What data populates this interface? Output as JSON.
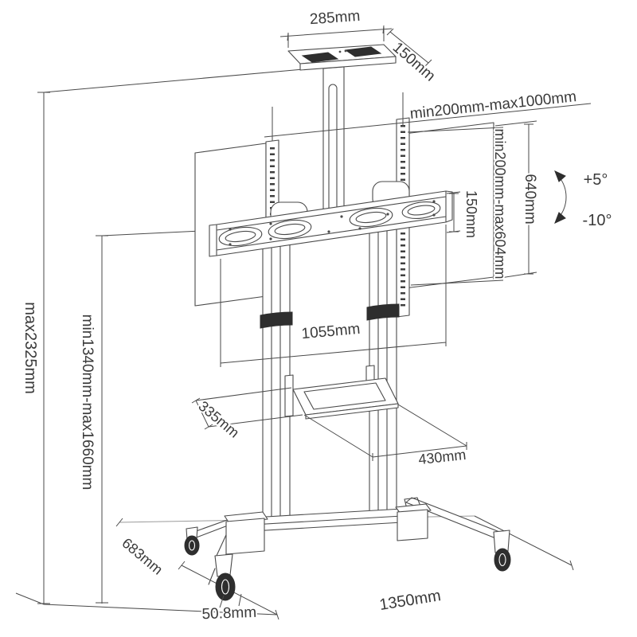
{
  "labels": {
    "top_shelf_width": "285mm",
    "top_shelf_depth": "150mm",
    "mount_width_range": "min200mm-max1000mm",
    "vesa_height_range": "min200mm-max604mm",
    "bracket_rail_height": "640mm",
    "tilt_up": "+5°",
    "tilt_down": "-10°",
    "crossbar_height": "150mm",
    "column_spacing": "1055mm",
    "shelf_depth": "335mm",
    "shelf_width": "430mm",
    "max_height": "max2325mm",
    "height_adjust_range": "min1340mm-max1660mm",
    "base_depth": "683mm",
    "base_width": "1350mm",
    "caster_width": "50.8mm"
  },
  "colors": {
    "line": "#4a4a4a",
    "light": "#9a9a9a",
    "text": "#3a3a3a",
    "dark": "#2e2e2e",
    "background": "#ffffff"
  }
}
